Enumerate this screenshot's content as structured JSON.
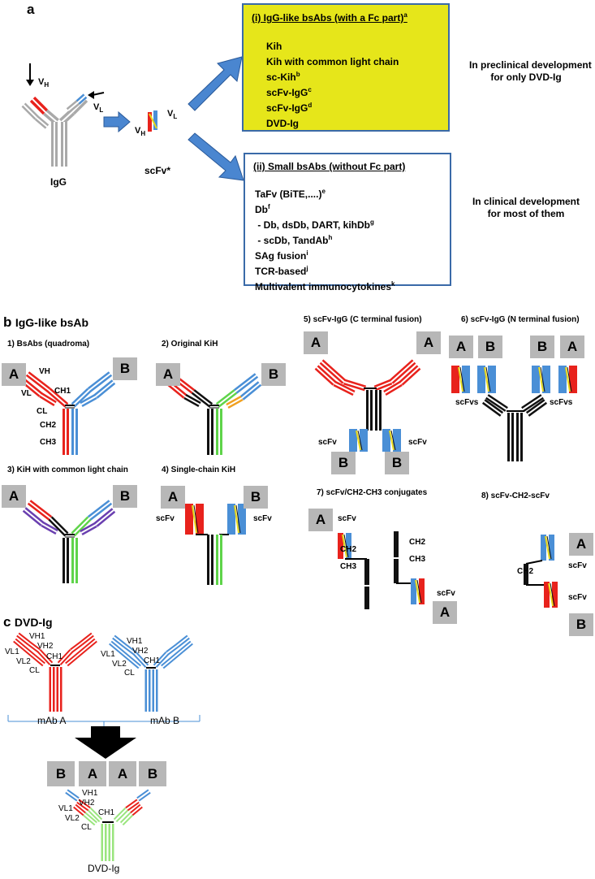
{
  "panel_a": {
    "letter": "a",
    "igg_label": "IgG",
    "vh_label": "V",
    "vh_sub": "H",
    "vl_label": "V",
    "vl_sub": "L",
    "scfv_label": "scFv*",
    "scfv_vl": "V",
    "scfv_vl_sub": "L",
    "scfv_vh": "V",
    "scfv_vh_sub": "H",
    "box1": {
      "title": "(i) IgG-like bsAbs (with a Fc part)",
      "title_sup": "a",
      "fill": "#e6e61a",
      "items": [
        {
          "text": "Kih",
          "sup": ""
        },
        {
          "text": "Kih with common light chain",
          "sup": ""
        },
        {
          "text": "sc-Kih",
          "sup": "b"
        },
        {
          "text": "scFv-IgG",
          "sup": "c"
        },
        {
          "text": "scFv-IgG",
          "sup": "d"
        },
        {
          "text": "DVD-Ig",
          "sup": ""
        }
      ]
    },
    "box2": {
      "title": "(ii) Small bsAbs (without Fc part)",
      "items": [
        {
          "text": "TaFv (BiTE,....)",
          "sup": "e"
        },
        {
          "text": "Db",
          "sup": "f"
        },
        {
          "text": " - Db, dsDb, DART, kihDb",
          "sup": "g"
        },
        {
          "text": " - scDb, TandAb",
          "sup": "h"
        },
        {
          "text": "SAg  fusion",
          "sup": "i"
        },
        {
          "text": "TCR-based",
          "sup": "j"
        },
        {
          "text": "Multivalent immunocytokines",
          "sup": "k"
        }
      ]
    },
    "note1_line1": "In preclinical development",
    "note1_line2": "for only DVD-Ig",
    "note2_line1": "In clinical development",
    "note2_line2": "for most of them"
  },
  "panel_b": {
    "letter": "b",
    "title": "IgG-like bsAb",
    "d1": {
      "title": "1) BsAbs (quadroma)",
      "a": "A",
      "b": "B",
      "vh": "VH",
      "vl": "VL",
      "ch1": "CH1",
      "cl": "CL",
      "ch2": "CH2",
      "ch3": "CH3"
    },
    "d2": {
      "title": "2) Original KiH",
      "a": "A",
      "b": "B"
    },
    "d3": {
      "title": "3) KiH with common light chain",
      "a": "A",
      "b": "B"
    },
    "d4": {
      "title": "4) Single-chain KiH",
      "a": "A",
      "b": "B",
      "scfv_left": "scFv",
      "scfv_right": "scFv"
    },
    "d5": {
      "title": "5) scFv-IgG (C terminal fusion)",
      "a_left": "A",
      "a_right": "A",
      "b_left": "B",
      "b_right": "B",
      "scfv_left": "scFv",
      "scfv_right": "scFv"
    },
    "d6": {
      "title": "6) scFv-IgG (N terminal fusion)",
      "t1": "A",
      "t2": "B",
      "t3": "B",
      "t4": "A",
      "scfvs_left": "scFvs",
      "scfvs_right": "scFvs"
    },
    "d7": {
      "title": "7) scFv/CH2-CH3 conjugates",
      "a1": "A",
      "a2": "A",
      "scfv1": "scFv",
      "scfv2": "scFv",
      "ch2_left": "CH2",
      "ch3_left": "CH3",
      "ch2_right": "CH2",
      "ch3_right": "CH3"
    },
    "d8": {
      "title": "8) scFv-CH2-scFv",
      "a": "A",
      "b": "B",
      "scfv_top": "scFv",
      "scfv_bottom": "scFv",
      "ch2": "CH2"
    }
  },
  "panel_c": {
    "letter": "c",
    "title": "DVD-Ig",
    "mab_a": "mAb A",
    "mab_b": "mAb B",
    "dvd_label": "DVD-Ig",
    "vh1": "VH1",
    "vh2": "VH2",
    "vl1": "VL1",
    "vl2": "VL2",
    "ch1": "CH1",
    "cl": "CL",
    "tags": [
      "B",
      "A",
      "A",
      "B"
    ]
  },
  "colors": {
    "red": "#e8221c",
    "blue": "#4a8fd6",
    "grey": "#a9a9a9",
    "black": "#111111",
    "green": "#5fd44a",
    "orange": "#f0a020",
    "purple": "#6a3fb0",
    "light_green": "#9ae57e",
    "arrow_blue": "#4a86d0",
    "tag_grey": "#b7b7b7",
    "box_border": "#3a6aa8",
    "yellow": "#e6e61a"
  }
}
